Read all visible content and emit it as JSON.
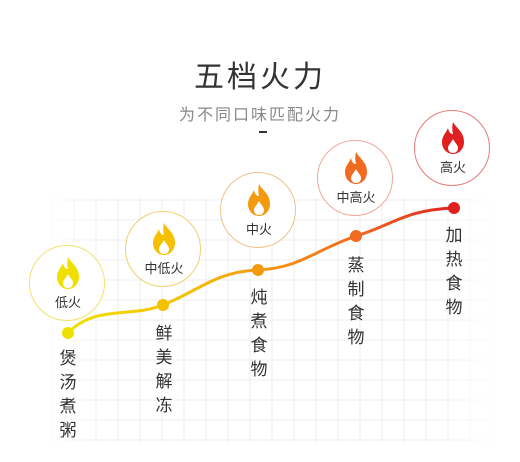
{
  "header": {
    "title": "五档火力",
    "subtitle": "为不同口味匹配火力"
  },
  "levels": [
    {
      "label": "低火",
      "color": "#f0e000",
      "ring": "#f2e270",
      "food": "煲汤煮粥"
    },
    {
      "label": "中低火",
      "color": "#f5c000",
      "ring": "#f2cf70",
      "food": "鲜美解冻"
    },
    {
      "label": "中火",
      "color": "#f59a10",
      "ring": "#f2c08a",
      "food": "炖煮食物"
    },
    {
      "label": "中高火",
      "color": "#f06a20",
      "ring": "#f0a89a",
      "food": "蒸制食物"
    },
    {
      "label": "高火",
      "color": "#e02020",
      "ring": "#e87a7a",
      "food": "加热食物"
    }
  ]
}
